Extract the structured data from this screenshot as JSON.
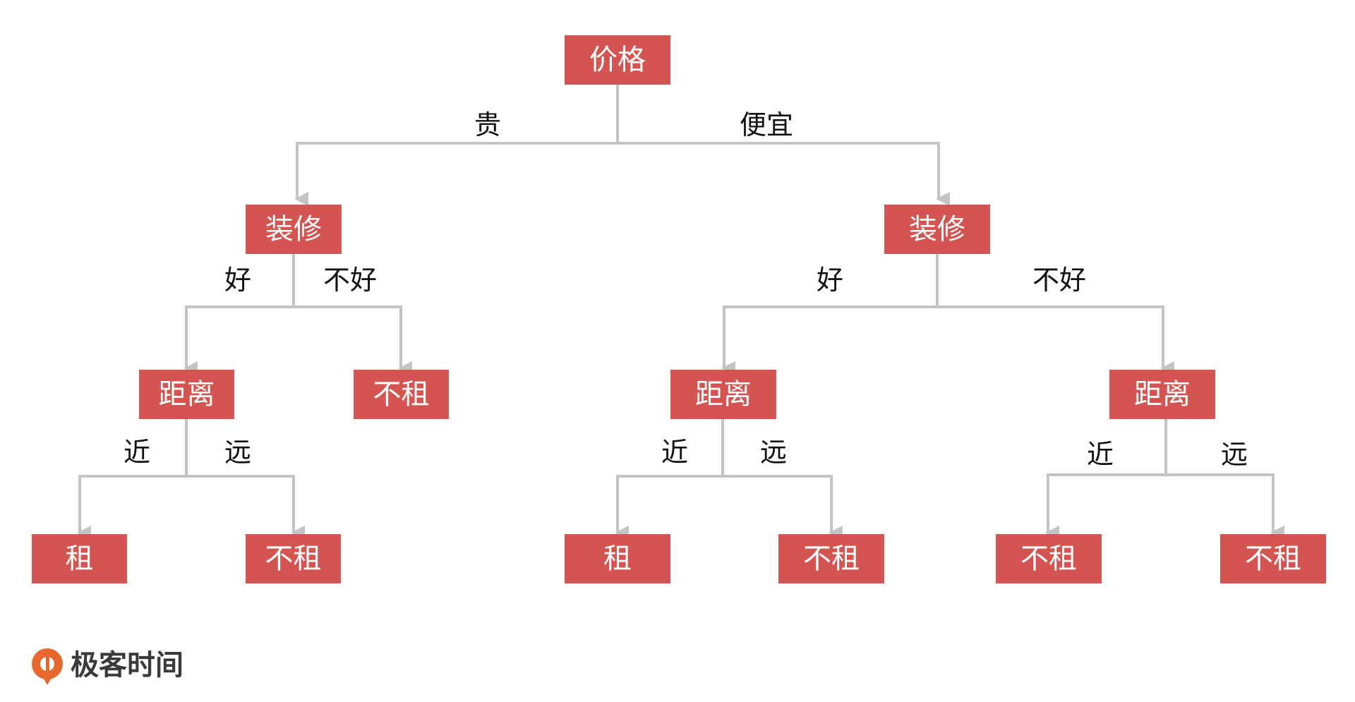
{
  "colors": {
    "node_fill": "#d35450",
    "node_text": "#ffffff",
    "edge": "#c4c4c4",
    "label_text": "#111111",
    "logo_orange": "#e8672f"
  },
  "nodes": {
    "root": "价格",
    "decor_left": "装修",
    "decor_right": "装修",
    "dist_ll": "距离",
    "leaf_left_bad": "不租",
    "dist_rl": "距离",
    "dist_rr": "距离",
    "leaf_1": "租",
    "leaf_2": "不租",
    "leaf_3": "租",
    "leaf_4": "不租",
    "leaf_5": "不租",
    "leaf_6": "不租"
  },
  "edges": {
    "expensive": "贵",
    "cheap": "便宜",
    "left_good": "好",
    "left_bad": "不好",
    "right_good": "好",
    "right_bad": "不好",
    "near_1": "近",
    "far_1": "远",
    "near_2": "近",
    "far_2": "远",
    "near_3": "近",
    "far_3": "远"
  },
  "logo": {
    "icon": "geektime-logo-icon",
    "text": "极客时间"
  }
}
